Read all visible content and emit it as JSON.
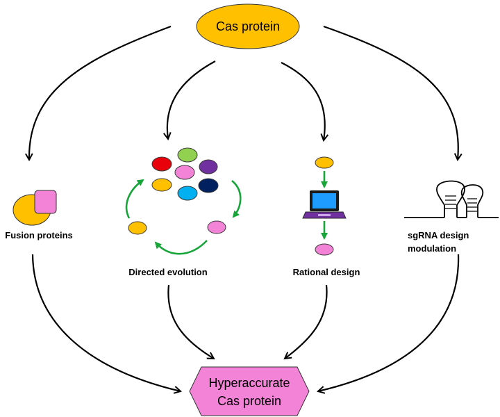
{
  "diagram": {
    "source_node": {
      "label": "Cas protein"
    },
    "target_node": {
      "line1": "Hyperaccurate",
      "line2": "Cas protein"
    },
    "approaches": [
      {
        "label": "Fusion proteins"
      },
      {
        "label": "Directed evolution"
      },
      {
        "label": "Rational design"
      },
      {
        "label_line1": "sgRNA design",
        "label_line2": "modulation"
      }
    ]
  },
  "colors": {
    "cas_fill": "#ffc000",
    "target_fill": "#f283d6",
    "arrow_green": "#17a53a",
    "library": [
      "#e8000b",
      "#92d050",
      "#7030a0",
      "#f283d6",
      "#ffc000",
      "#00b0f0",
      "#002060"
    ]
  }
}
